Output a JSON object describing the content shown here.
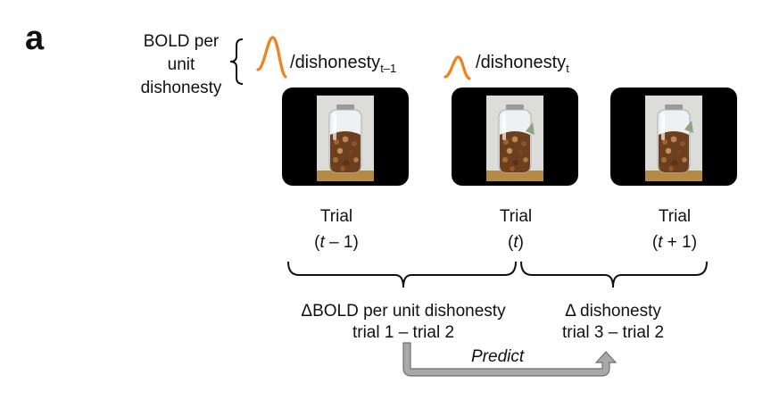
{
  "panel_label": "a",
  "bold_per_unit_label": [
    "BOLD per",
    "unit",
    "dishonesty"
  ],
  "equations": [
    {
      "slash": "/",
      "main": "dishonesty",
      "sub": "t–1"
    },
    {
      "slash": "/",
      "main": "dishonesty",
      "sub": "t"
    }
  ],
  "trials": [
    {
      "title": "Trial",
      "index_open": "(",
      "index_var": "t",
      "index_rest": " – 1)"
    },
    {
      "title": "Trial",
      "index_open": "(",
      "index_var": "t",
      "index_rest": ")"
    },
    {
      "title": "Trial",
      "index_open": "(",
      "index_var": "t",
      "index_rest": " + 1)"
    }
  ],
  "bottom_left": {
    "line1": "ΔBOLD per unit dishonesty",
    "line2": "trial 1 – trial 2"
  },
  "bottom_right": {
    "line1": "Δ dishonesty",
    "line2": "trial 3 – trial 2"
  },
  "predict_label": "Predict",
  "colors": {
    "hrf": "#f0821e",
    "arrow_fill": "#a9a9a9",
    "arrow_stroke": "#6f6f6f",
    "frame": "#000000"
  }
}
